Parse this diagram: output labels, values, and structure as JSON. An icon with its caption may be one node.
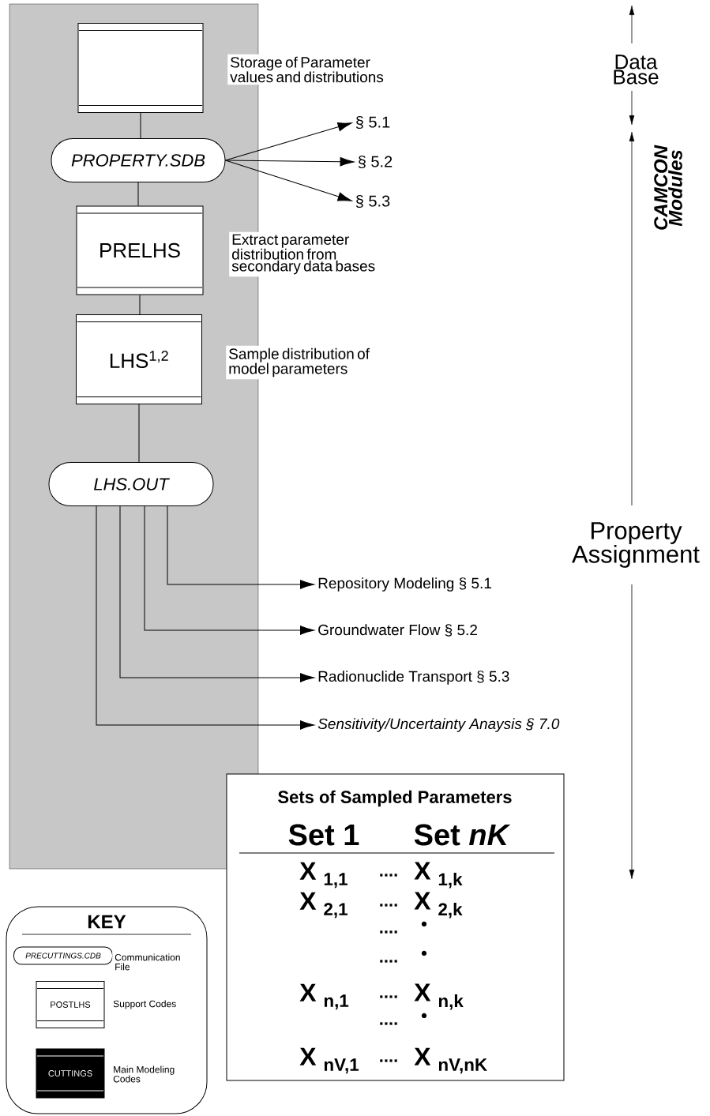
{
  "diagram": {
    "nodes": [
      {
        "text": [],
        "shape": "box"
      },
      {
        "text": [],
        "shape": "box",
        "in": 0,
        "beside": [
          "Storage of Parameter values and distributions"
        ]
      },
      {
        "text": [
          "PROPERTY.SDB"
        ],
        "in": 0
      },
      {
        "text": [
          "§ 5.1"
        ]
      },
      {
        "text": [
          "§ 5.2"
        ]
      },
      {
        "text": [
          "§ 5.3"
        ]
      },
      {
        "text": [
          "PRELHS"
        ],
        "in": 0,
        "beside": [
          "Extract parameter distribution from secondary data bases"
        ]
      },
      {
        "text": [
          "LHS$^{1,2}$"
        ],
        "in": 0,
        "beside": [
          "Sample distribution of model parameters"
        ]
      },
      {
        "text": [
          "LHS.OUT"
        ],
        "in": 0
      },
      {
        "text": [
          "Repository Modeling § 5.1"
        ]
      },
      {
        "text": [
          "Groundwater Flow § 5.2"
        ]
      },
      {
        "text": [
          "Radionuclide Transport § 5.3"
        ]
      },
      {
        "text": [
          "Sensitivity/Uncertainty Anaysis § 7.0"
        ]
      },
      {
        "text": [
          "Sets of Sampled Parameters"
        ]
      },
      {
        "text": [
          "KEY"
        ]
      },
      {
        "text": [
          "PRECUTTINGS.CDB"
        ],
        "in": 14,
        "beside": [
          "Communication File"
        ]
      },
      {
        "text": [
          "POSTLHS"
        ],
        "in": 14,
        "beside": [
          "Support Codes"
        ]
      },
      {
        "text": [
          "CUTTINGS"
        ],
        "in": 14,
        "beside": [
          "Main Modeling Codes"
        ]
      }
    ],
    "edges": [
      {
        "from": 1,
        "to": 2,
        "arrow": "none"
      },
      {
        "from": 2,
        "to": 3,
        "arrow": "to"
      },
      {
        "from": 2,
        "to": 4,
        "arrow": "to"
      },
      {
        "from": 2,
        "to": 5,
        "arrow": "to"
      },
      {
        "from": 2,
        "to": 6,
        "arrow": "none"
      },
      {
        "from": 6,
        "to": 7,
        "arrow": "none"
      },
      {
        "from": 7,
        "to": 8,
        "arrow": "none"
      },
      {
        "from": 8,
        "to": 9,
        "arrow": "to"
      },
      {
        "from": 8,
        "to": 10,
        "arrow": "to"
      },
      {
        "from": 8,
        "to": 11,
        "arrow": "to"
      },
      {
        "from": 8,
        "to": 12,
        "arrow": "to"
      }
    ],
    "labels": [
      "Data Base",
      "CAMCON Modules",
      "Property Assignment",
      "Set 1",
      "Set *nK*",
      "X $_{1,1}$",
      "....",
      "X $_{1,k}$",
      "X $_{2,1}$",
      "....",
      "X $_{2,k}$",
      "....",
      "•",
      "....",
      "•",
      "X $_{n,1}$",
      "....",
      "X $_{n,k}$",
      "....",
      "•",
      "X $_{nV,1}$",
      "....",
      "X $_{nV,nK}$"
    ]
  }
}
